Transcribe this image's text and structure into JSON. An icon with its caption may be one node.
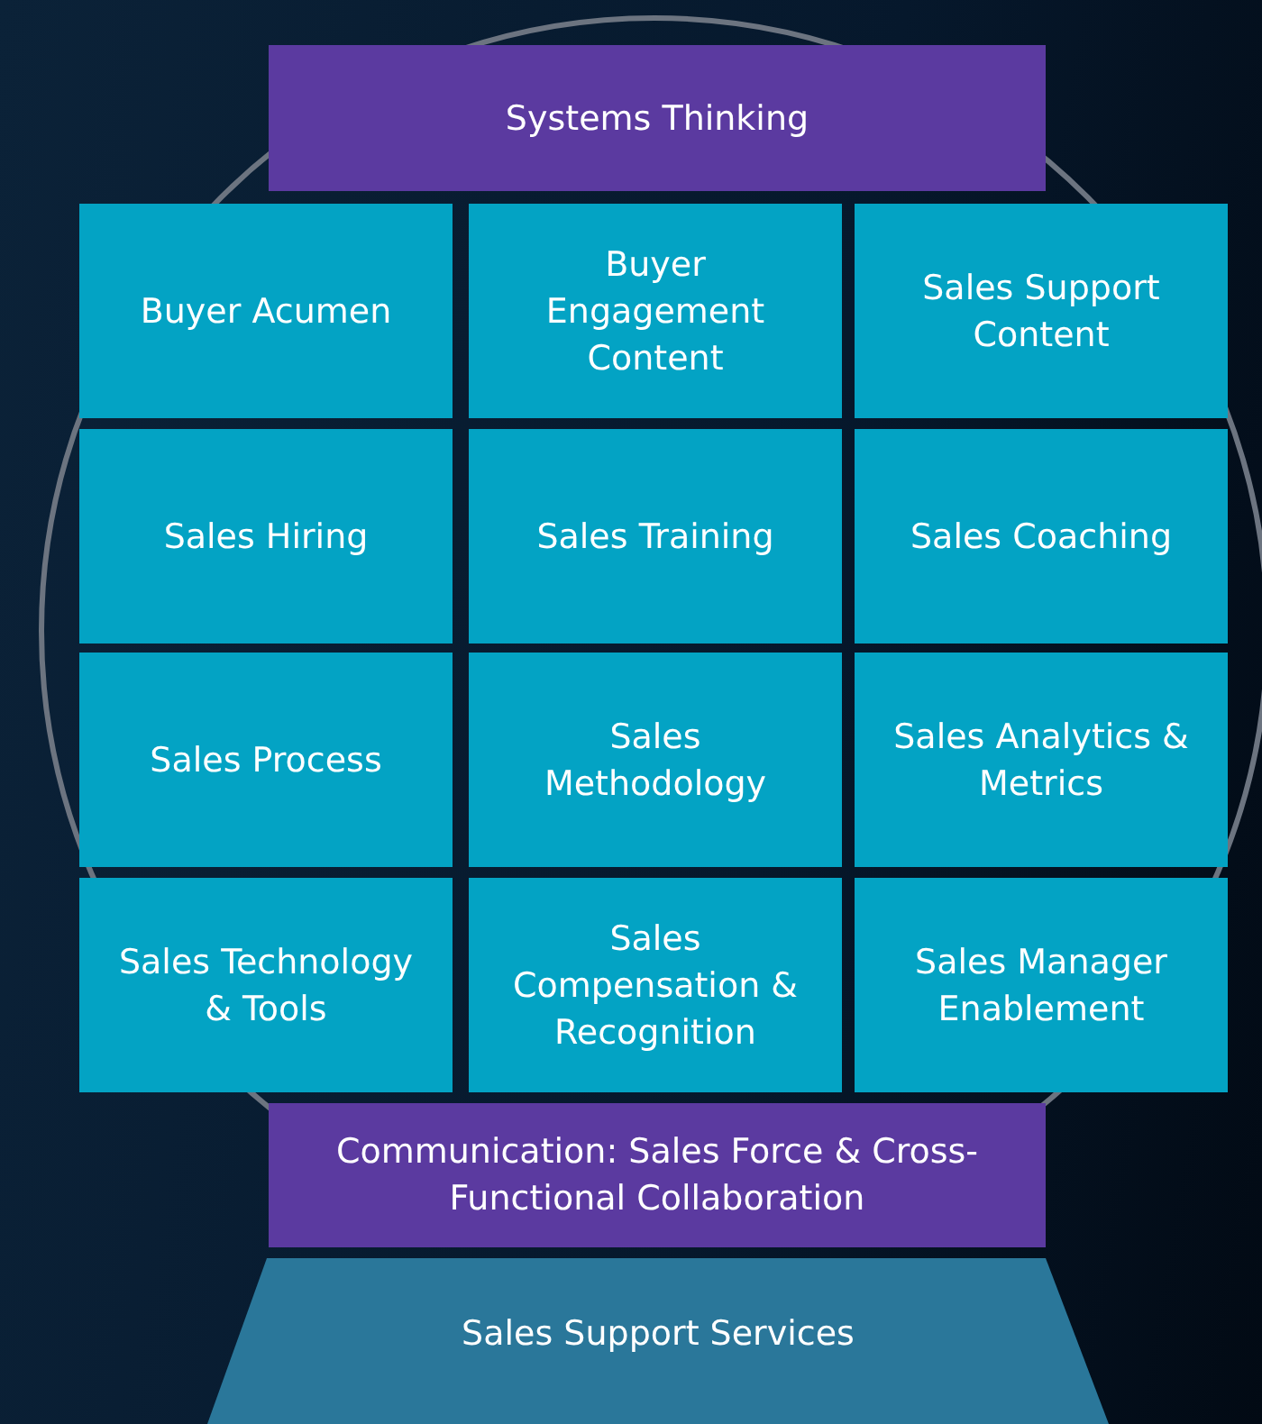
{
  "diagram": {
    "nodes": [
      {
        "text": [
          "Systems Thinking"
        ]
      },
      {
        "text": [
          "Buyer Acumen"
        ]
      },
      {
        "text": [
          "Buyer Engagement Content"
        ]
      },
      {
        "text": [
          "Sales Support Content"
        ]
      },
      {
        "text": [
          "Sales Hiring"
        ]
      },
      {
        "text": [
          "Sales Training"
        ]
      },
      {
        "text": [
          "Sales Coaching"
        ]
      },
      {
        "text": [
          "Sales Process"
        ]
      },
      {
        "text": [
          "Sales Methodology"
        ]
      },
      {
        "text": [
          "Sales Analytics & Metrics"
        ]
      },
      {
        "text": [
          "Sales Technology & Tools"
        ]
      },
      {
        "text": [
          "Sales Compensation & Recognition"
        ]
      },
      {
        "text": [
          "Sales Manager Enablement"
        ]
      },
      {
        "text": [
          "Communication: Sales Force & Cross-Functional Collaboration"
        ]
      },
      {
        "text": [
          "Sales Support Services"
        ]
      }
    ]
  }
}
